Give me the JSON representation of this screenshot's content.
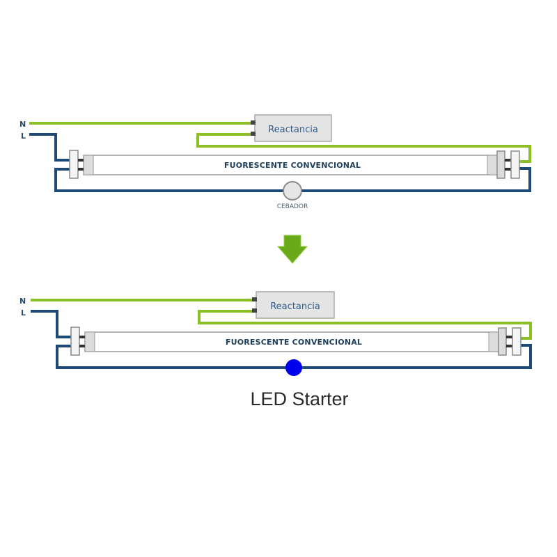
{
  "colors": {
    "neutral_wire": "#8cbf26",
    "live_wire": "#1f4a78",
    "arrow": "#6aaa1a",
    "led_starter": "#0000ee",
    "starter_fill": "#e6e6e6"
  },
  "diagrams": [
    {
      "id": "conventional",
      "neutral_label": "N",
      "live_label": "L",
      "ballast_label": "Reactancia",
      "tube_label": "FUORESCENTE CONVENCIONAL",
      "starter_label": "CEBADOR",
      "starter_type": "conventional-starter"
    },
    {
      "id": "led",
      "neutral_label": "N",
      "live_label": "L",
      "ballast_label": "Reactancia",
      "tube_label": "FUORESCENTE CONVENCIONAL",
      "starter_label": "LED Starter",
      "starter_type": "led-starter"
    }
  ],
  "arrow": {
    "icon": "arrow-down-icon"
  }
}
